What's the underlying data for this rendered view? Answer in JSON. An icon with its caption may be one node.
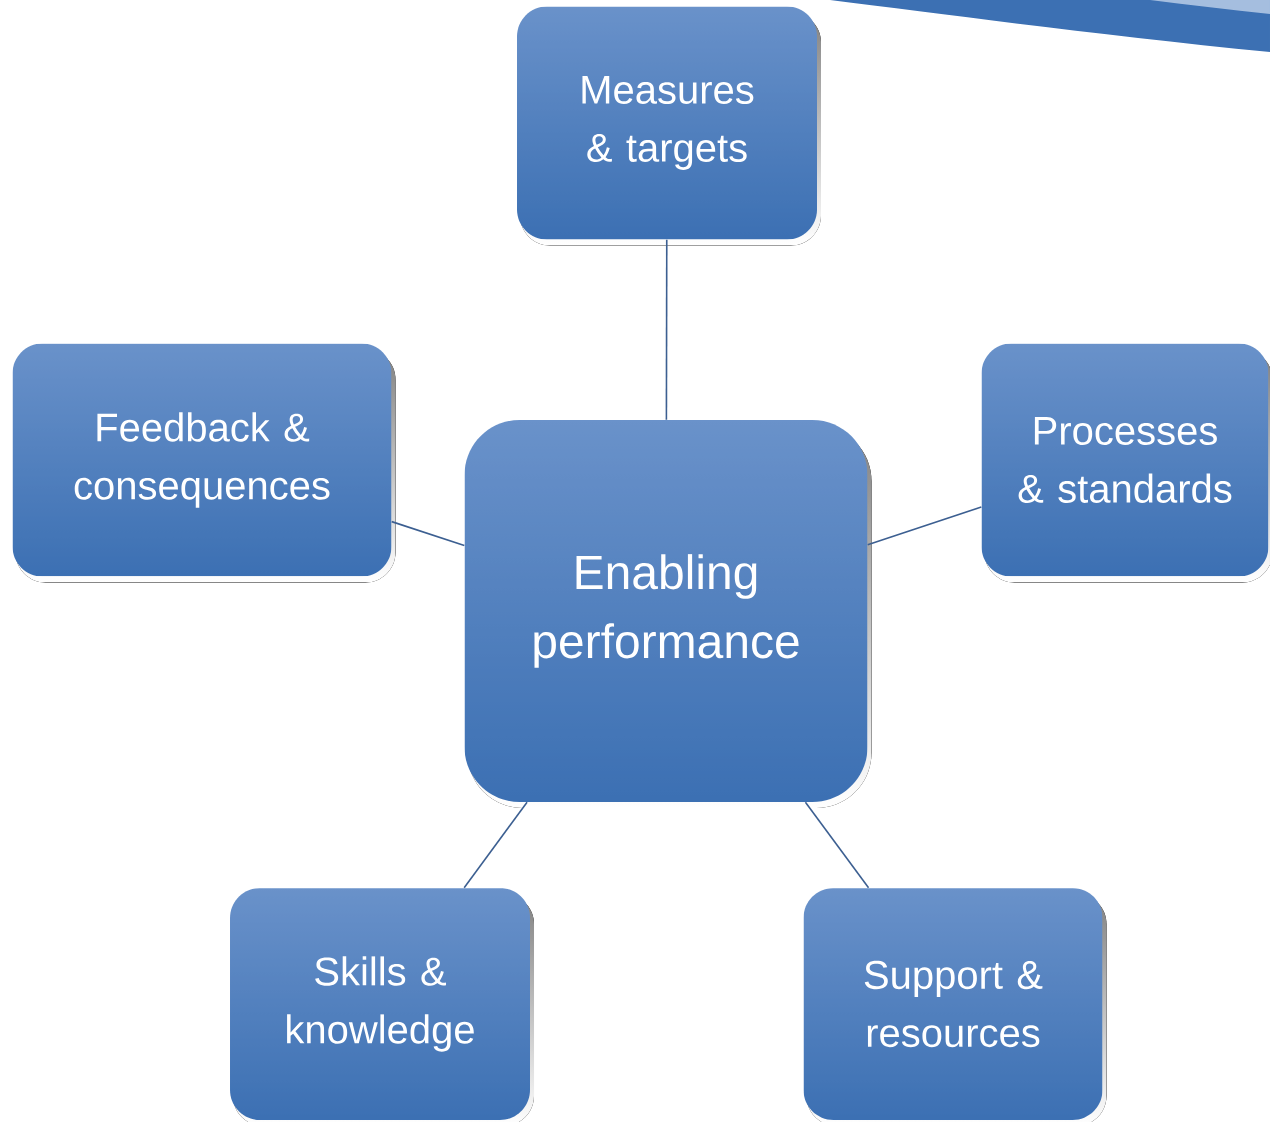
{
  "diagram": {
    "nodes": [
      {
        "text": [
          "Measures & targets"
        ]
      },
      {
        "text": [
          "Feedback & consequences"
        ]
      },
      {
        "text": [
          "Processes & standards"
        ]
      },
      {
        "text": [
          "Enabling performance"
        ]
      },
      {
        "text": [
          "Skills & knowledge"
        ]
      },
      {
        "text": [
          "Support & resources"
        ]
      }
    ],
    "edges": [
      {
        "from": 3,
        "to": 0,
        "arrow": "none"
      },
      {
        "from": 3,
        "to": 1,
        "arrow": "none"
      },
      {
        "from": 3,
        "to": 2,
        "arrow": "none"
      },
      {
        "from": 3,
        "to": 4,
        "arrow": "none"
      },
      {
        "from": 3,
        "to": 5,
        "arrow": "none"
      }
    ]
  }
}
